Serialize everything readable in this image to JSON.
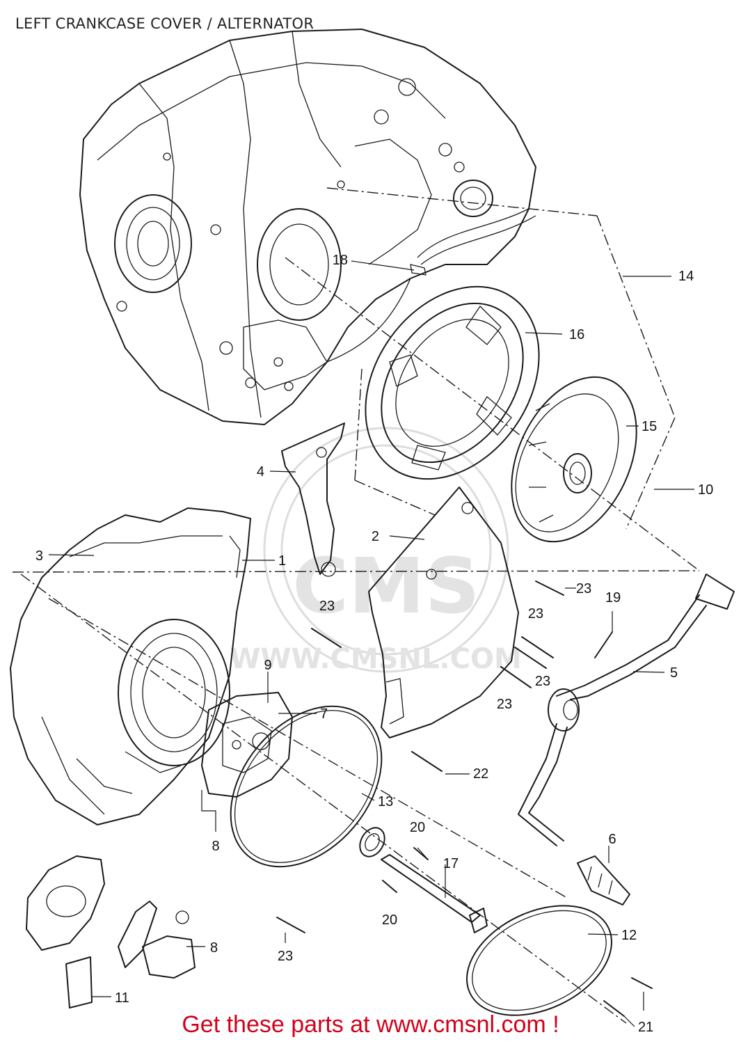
{
  "title": "LEFT CRANKCASE COVER /   ALTERNATOR",
  "watermark": {
    "brand": "CMS",
    "url": "WWW.CMSNL.COM"
  },
  "footer": {
    "text": "Get these parts at www.cmsnl.com !",
    "color": "#d0021b"
  },
  "callouts": {
    "c1": "1",
    "c2": "2",
    "c3": "3",
    "c4": "4",
    "c5": "5",
    "c6": "6",
    "c7": "7",
    "c8a": "8",
    "c8b": "8",
    "c9": "9",
    "c10": "10",
    "c11": "11",
    "c12": "12",
    "c13": "13",
    "c14": "14",
    "c15": "15",
    "c16": "16",
    "c17": "17",
    "c18": "18",
    "c19": "19",
    "c20a": "20",
    "c20b": "20",
    "c21": "21",
    "c22": "22",
    "c23a": "23",
    "c23b": "23",
    "c23c": "23",
    "c23d": "23",
    "c23e": "23",
    "c23f": "23"
  }
}
